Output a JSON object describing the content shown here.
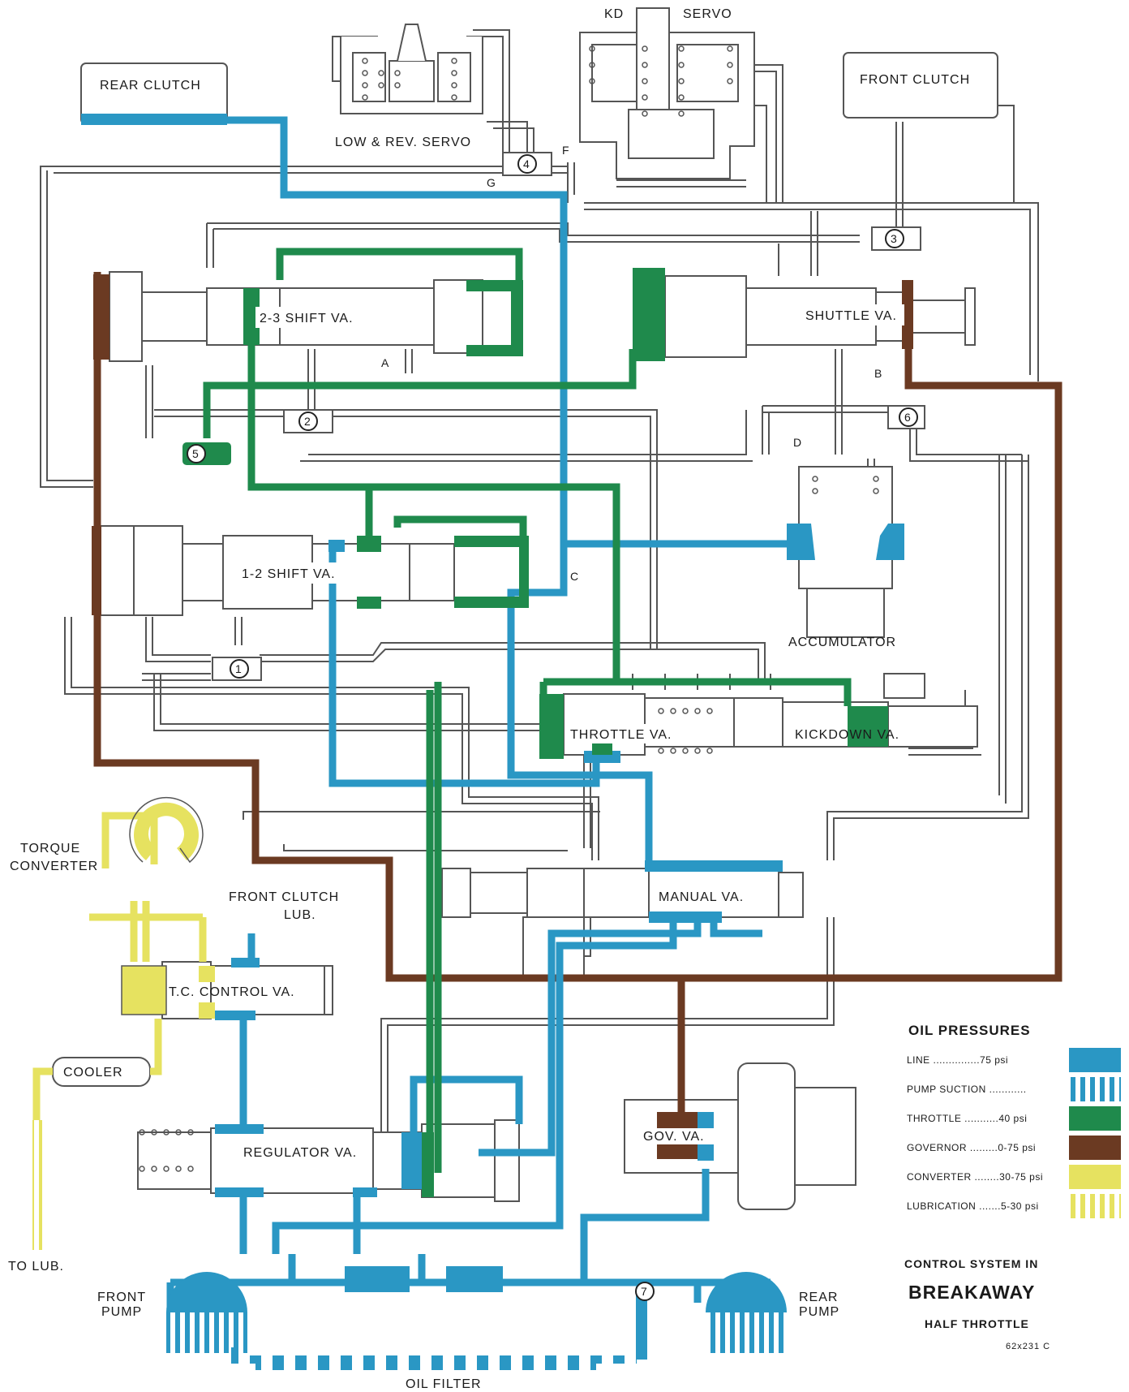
{
  "colors": {
    "line": "#2a97c4",
    "throttle": "#1f8a4c",
    "governor": "#6b3a22",
    "converter": "#e6e260",
    "outline": "#555555",
    "background": "#ffffff"
  },
  "components": {
    "rear_clutch": "REAR CLUTCH",
    "front_clutch": "FRONT CLUTCH",
    "low_rev_servo": "LOW & REV. SERVO",
    "kd": "KD",
    "servo": "SERVO",
    "shift_23": "2-3 SHIFT VA.",
    "shuttle": "SHUTTLE VA.",
    "shift_12": "1-2 SHIFT VA.",
    "accumulator": "ACCUMULATOR",
    "throttle_va": "THROTTLE VA.",
    "kickdown_va": "KICKDOWN VA.",
    "manual_va": "MANUAL VA.",
    "torque_converter": [
      "TORQUE",
      "CONVERTER"
    ],
    "front_clutch_lub": [
      "FRONT CLUTCH",
      "LUB."
    ],
    "tc_control_va": "T.C. CONTROL VA.",
    "cooler": "COOLER",
    "regulator_va": "REGULATOR VA.",
    "gov_va": "GOV. VA.",
    "to_lub": "TO LUB.",
    "front_pump": [
      "FRONT",
      "PUMP"
    ],
    "rear_pump": [
      "REAR",
      "PUMP"
    ],
    "oil_filter": "OIL FILTER"
  },
  "points": {
    "A": "A",
    "B": "B",
    "C": "C",
    "D": "D",
    "F": "F",
    "G": "G"
  },
  "check_valves": [
    "1",
    "2",
    "3",
    "4",
    "5",
    "6",
    "7"
  ],
  "legend": {
    "title": "OIL PRESSURES",
    "rows": [
      {
        "name": "LINE",
        "dots": "...............",
        "value": "75 psi",
        "swatch": "solid",
        "color": "#2a97c4"
      },
      {
        "name": "PUMP SUCTION",
        "dots": "............",
        "value": "",
        "swatch": "striped",
        "color": "#2a97c4"
      },
      {
        "name": "THROTTLE",
        "dots": "...........",
        "value": "40 psi",
        "swatch": "solid",
        "color": "#1f8a4c"
      },
      {
        "name": "GOVERNOR",
        "dots": ".........",
        "value": "0-75 psi",
        "swatch": "solid",
        "color": "#6b3a22"
      },
      {
        "name": "CONVERTER",
        "dots": "........",
        "value": "30-75 psi",
        "swatch": "solid",
        "color": "#e6e260"
      },
      {
        "name": "LUBRICATION",
        "dots": ".......",
        "value": "5-30 psi",
        "swatch": "striped",
        "color": "#e6e260"
      }
    ]
  },
  "caption": {
    "line1": "CONTROL SYSTEM IN",
    "line2": "BREAKAWAY",
    "line3": "HALF THROTTLE",
    "code": "62x231 C"
  }
}
